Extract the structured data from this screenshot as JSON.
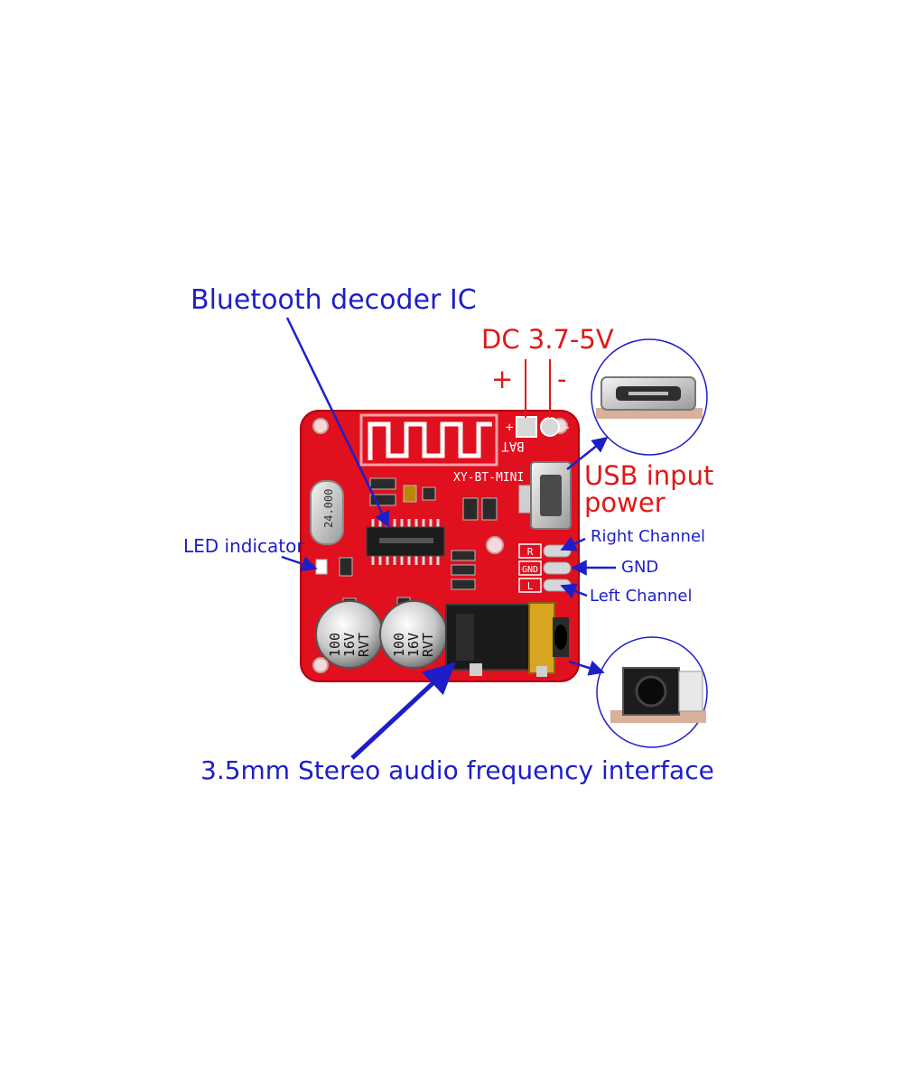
{
  "labels": {
    "decoder_ic": "Bluetooth decoder IC",
    "dc_input": "DC 3.7-5V",
    "plus": "+",
    "minus": "-",
    "usb_power_line1": "USB input",
    "usb_power_line2": "power",
    "led_indicator": "LED indicator",
    "right_channel": "Right Channel",
    "gnd": "GND",
    "left_channel": "Left Channel",
    "audio_interface": "3.5mm Stereo audio frequency interface"
  },
  "board": {
    "model": "XY-BT-MINI",
    "battery_mark": "BAT",
    "crystal": "24.000",
    "cap_value": "100",
    "cap_voltage": "16V",
    "cap_brand": "RVT",
    "pad_r": "R",
    "pad_gnd": "GND",
    "pad_l": "L",
    "pad_plus": "+",
    "pad_minus": "-"
  },
  "colors": {
    "label_blue": "#1e1ec8",
    "label_red": "#e01818",
    "pcb_red": "#e0101e"
  }
}
